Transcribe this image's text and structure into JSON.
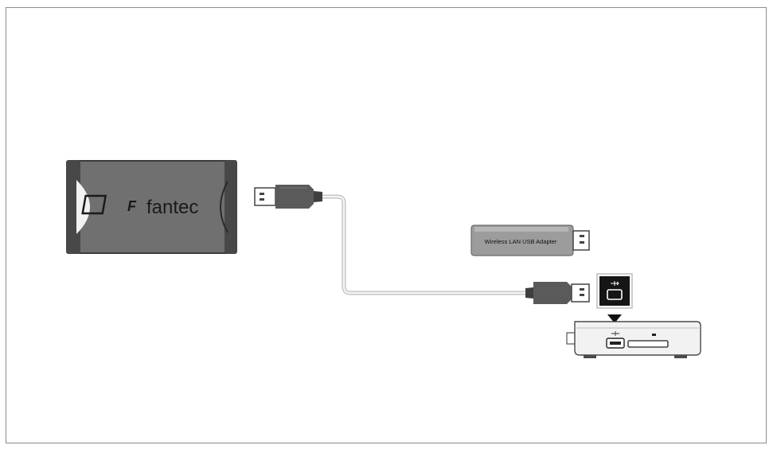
{
  "hdd_enclosure": {
    "brand": "fantec",
    "logo_mark": "F"
  },
  "usb_cable": {
    "label": ""
  },
  "wifi_adapter": {
    "label": "Wireless LAN USB Adapter"
  },
  "media_player": {
    "usb_port_zoom": "usb-port-icon"
  },
  "colors": {
    "device_body": "#6e6e6e",
    "device_dark": "#3e3e3e",
    "adapter_body": "#9a9a9a",
    "cable": "#cfcfcf",
    "frame": "#8c8c8c"
  }
}
